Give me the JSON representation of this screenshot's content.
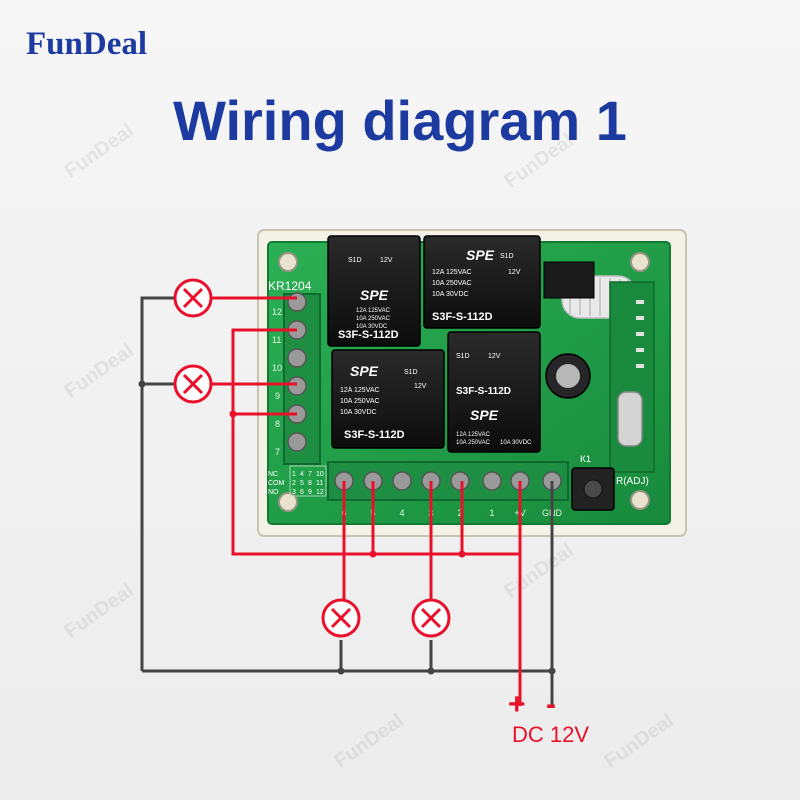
{
  "brand": "FunDeal",
  "title": "Wiring diagram 1",
  "watermark": "FunDeal",
  "board": {
    "model": "KR1204",
    "relay_brand": "SPE",
    "relay_model": "S3F-S-112D",
    "relay_spec": [
      "12A 125VAC",
      "10A 250VAC",
      "10A 30VDC"
    ],
    "relay_coil": "12V",
    "relay_code": "S1D",
    "left_terminal_labels": [
      "12",
      "11",
      "10",
      "9",
      "8",
      "7"
    ],
    "bottom_terminal_labels": [
      "6",
      "5",
      "4",
      "3",
      "2",
      "1",
      "+V",
      "GND"
    ],
    "pin_table": {
      "rows": [
        {
          "label": "NC",
          "cells": [
            "1",
            "4",
            "7",
            "10"
          ]
        },
        {
          "label": "COM",
          "cells": [
            "2",
            "5",
            "8",
            "11"
          ]
        },
        {
          "label": "NO",
          "cells": [
            "3",
            "6",
            "9",
            "12"
          ]
        }
      ]
    },
    "button_label": "K1",
    "adj_label": "R(ADJ)"
  },
  "power": {
    "plus": "+",
    "minus": "-",
    "label": "DC 12V"
  },
  "colors": {
    "title": "#1c3aa0",
    "red_wire": "#e8102a",
    "black_wire": "#444444",
    "pcb": "#22a04a"
  }
}
